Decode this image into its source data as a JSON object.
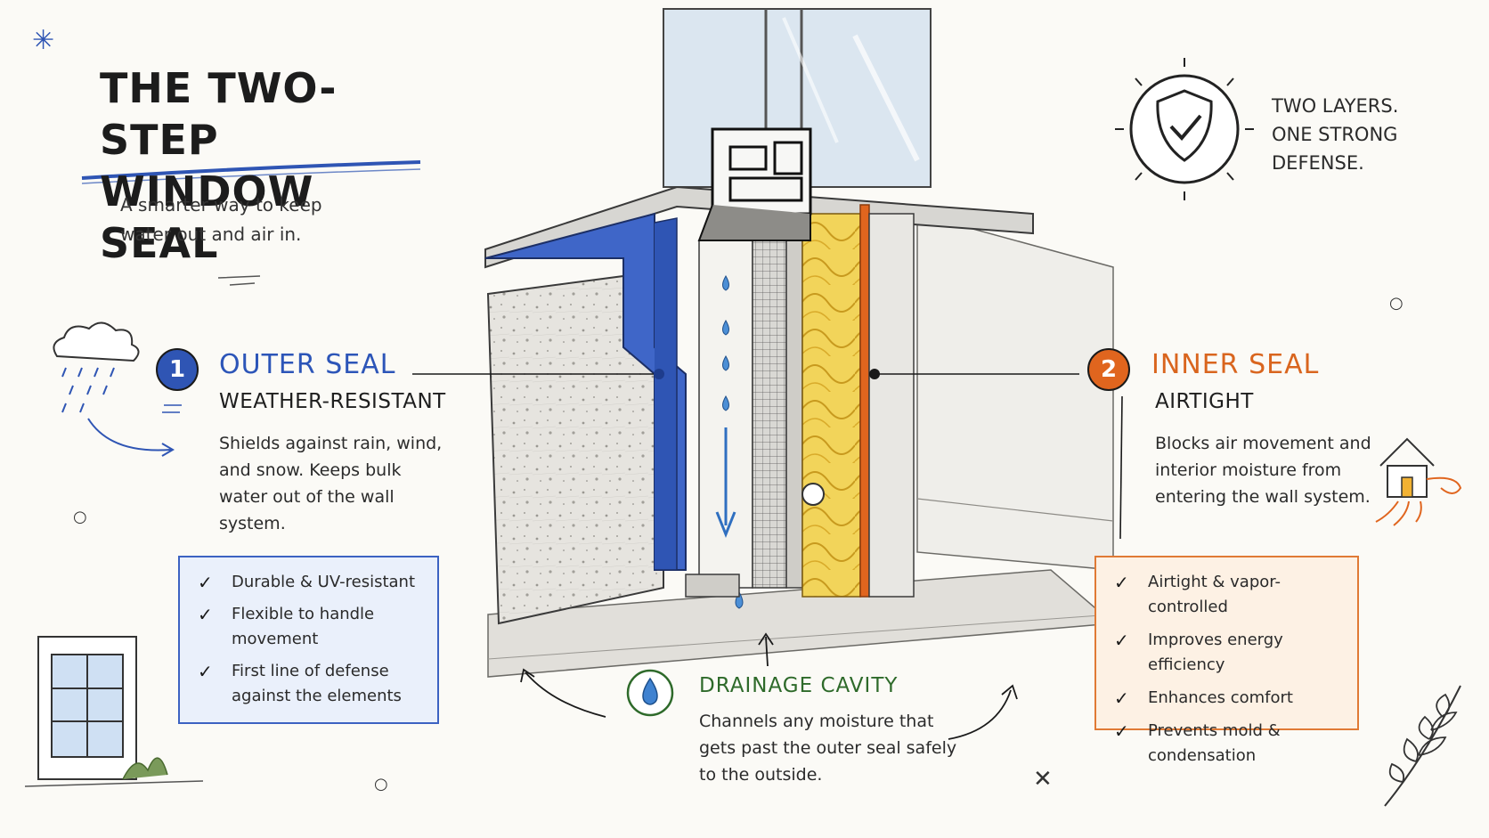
{
  "title": {
    "line1": "The Two-Step",
    "line2": "Window Seal",
    "subtitle": "A smarter way to keep water out and air in."
  },
  "tagline": "Two layers. One strong defense.",
  "outer_seal": {
    "number": "1",
    "heading": "OUTER SEAL",
    "subheading": "WEATHER-RESISTANT",
    "description": "Shields against rain, wind, and snow. Keeps bulk water out of the wall system.",
    "benefits": [
      "Durable & UV-resistant",
      "Flexible to handle movement",
      "First line of defense against the elements"
    ],
    "color": "#2f55b4"
  },
  "inner_seal": {
    "number": "2",
    "heading": "INNER SEAL",
    "subheading": "AIRTIGHT",
    "description": "Blocks air movement and interior moisture from entering the wall system.",
    "benefits": [
      "Airtight & vapor-controlled",
      "Improves energy efficiency",
      "Enhances comfort",
      "Prevents mold & condensation"
    ],
    "color": "#e0651e"
  },
  "drainage": {
    "heading": "DRAINAGE CAVITY",
    "description": "Channels any moisture that gets past the outer seal safely to the outside.",
    "color": "#2e6a2a"
  },
  "icons": {
    "shield": "shield-check-icon",
    "rain": "rain-cloud-icon",
    "house": "house-wind-icon",
    "water": "water-drop-icon",
    "window": "window-sketch-icon",
    "plant": "plant-sprig-icon",
    "sparkle": "asterisk-icon"
  }
}
